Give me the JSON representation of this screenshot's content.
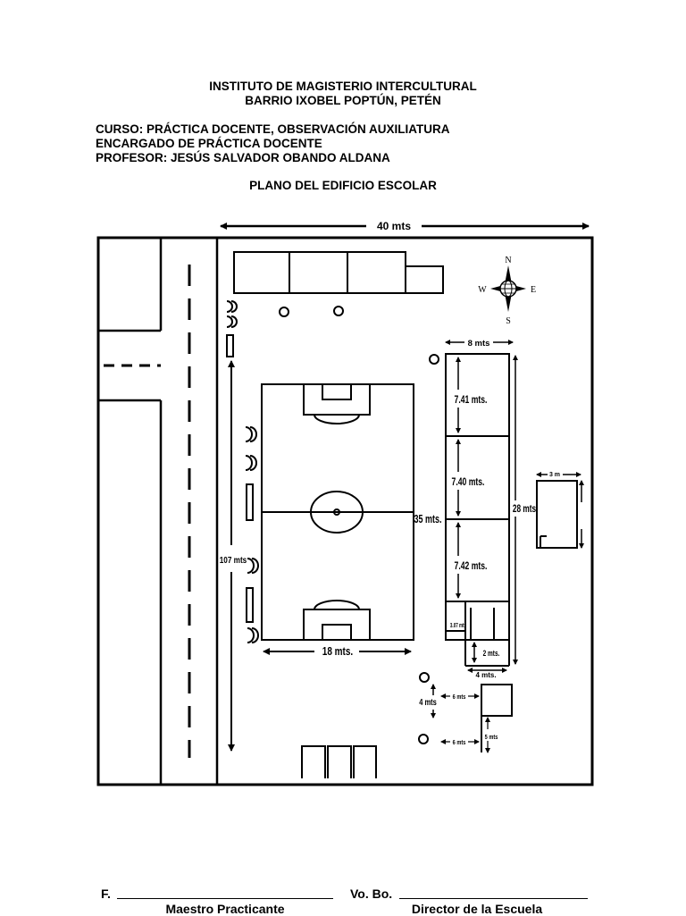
{
  "header": {
    "institution": "INSTITUTO DE MAGISTERIO INTERCULTURAL",
    "location": "BARRIO IXOBEL POPTÚN, PETÉN",
    "course": "CURSO: PRÁCTICA DOCENTE, OBSERVACIÓN AUXILIATURA",
    "supervisor": "ENCARGADO DE PRÁCTICA DOCENTE",
    "teacher": "PROFESOR: JESÚS SALVADOR OBANDO ALDANA",
    "plan_title": "PLANO DEL EDIFICIO ESCOLAR"
  },
  "plan": {
    "width_label": "40 mts",
    "length_label": "107 mts",
    "field_length_label": "35 mts.",
    "field_width_label": "18 mts.",
    "building_width_label": "8 mts",
    "building_length_label": "28 mts",
    "room1_label": "7.41 mts.",
    "room2_label": "7.40 mts.",
    "room3_label": "7.42 mts.",
    "small_room_label": "3.07 mts",
    "small_room_depth_label": "2 mts.",
    "small_room_width_label": "4 mts.",
    "side_building_label": "3 m",
    "annex_height_label": "4 mts",
    "annex_width_label": "6 mts",
    "annex2_width_label": "6 mts",
    "annex2_height_label": "5 mts",
    "compass": {
      "north": "N",
      "south": "S",
      "east": "E",
      "west": "W"
    }
  },
  "signatures": {
    "left_prefix": "F.",
    "left_role": "Maestro Practicante",
    "right_prefix": "Vo. Bo.",
    "right_role": "Director de la Escuela"
  }
}
